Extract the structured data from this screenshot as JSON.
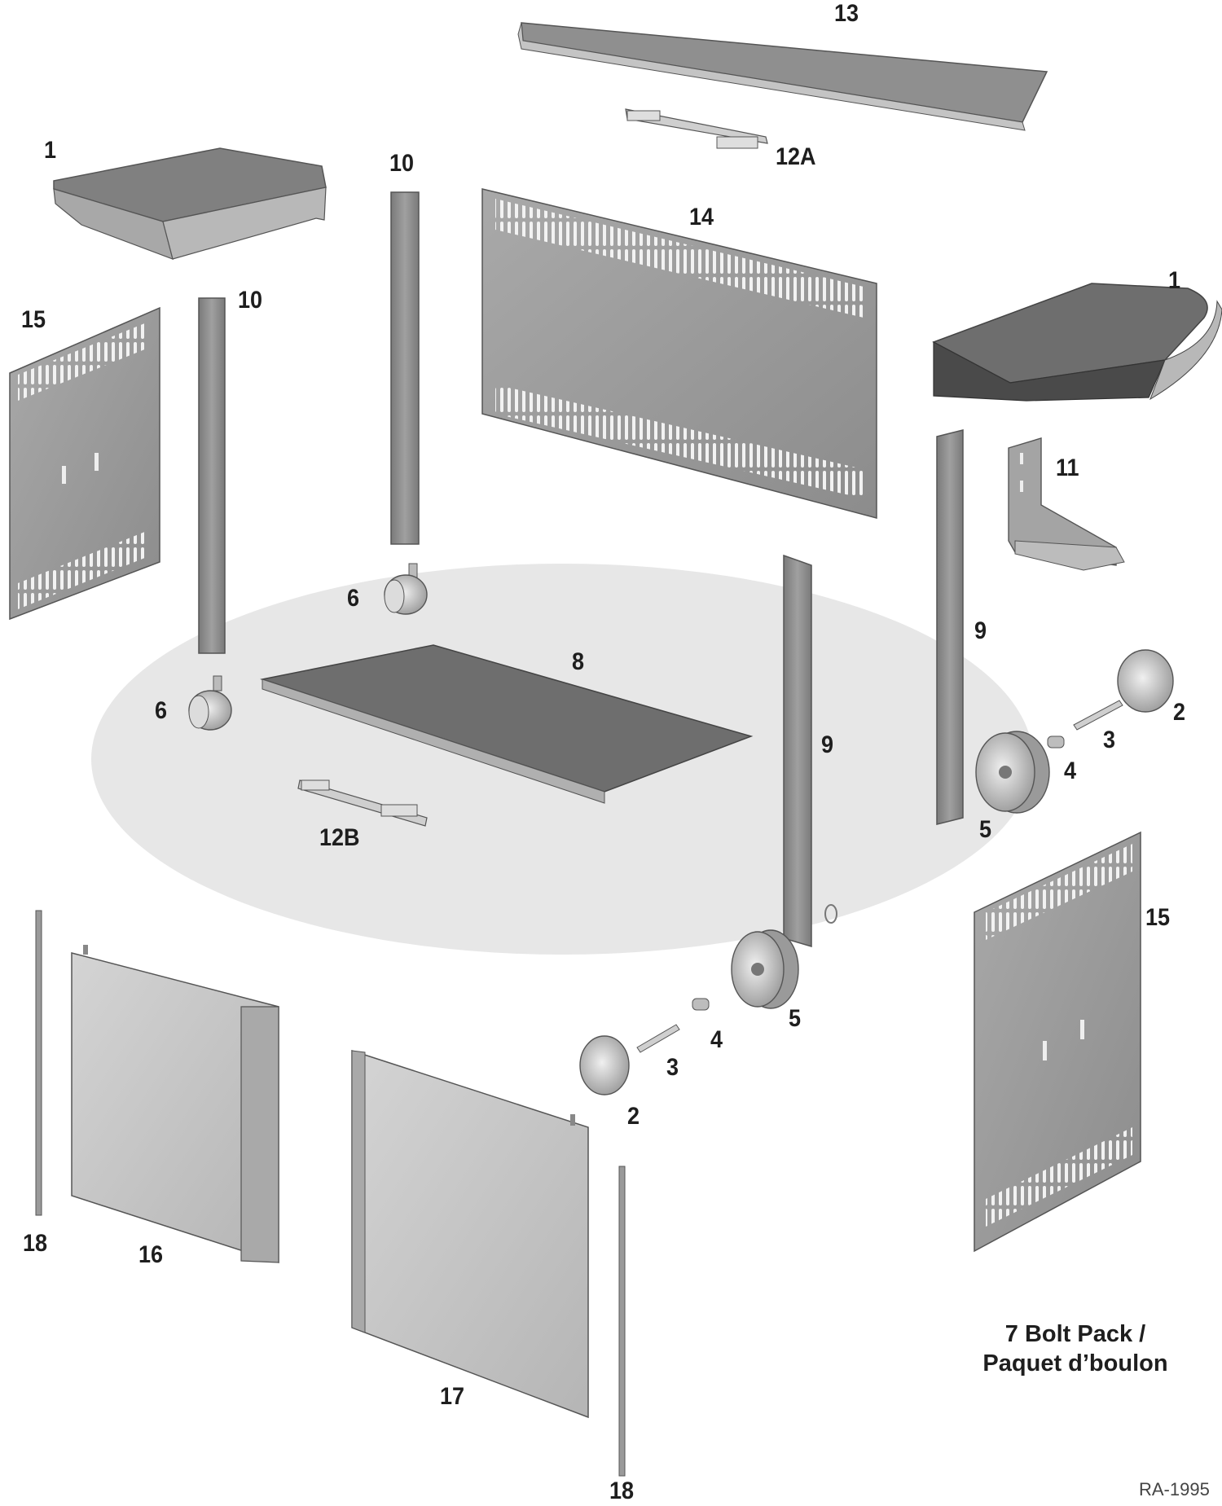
{
  "part_labels": {
    "p13": "13",
    "p12a": "12A",
    "p1_left": "1",
    "p10_back": "10",
    "p14": "14",
    "p10_front": "10",
    "p15_left": "15",
    "p1_right": "1",
    "p11": "11",
    "p6_back": "6",
    "p9_back": "9",
    "p8": "8",
    "p6_front": "6",
    "p2_right": "2",
    "p3_right": "3",
    "p9_front": "9",
    "p4_right": "4",
    "p12b": "12B",
    "p5_right": "5",
    "p15_right": "15",
    "p5_front": "5",
    "p4_front": "4",
    "p3_front": "3",
    "p2_front": "2",
    "p18_left": "18",
    "p16": "16",
    "p17": "17",
    "p18_right": "18"
  },
  "bolt_pack": {
    "line1": "7  Bolt Pack /",
    "line2": "Paquet d’boulon"
  },
  "drawing_code": "RA-1995",
  "colors": {
    "background": "#ffffff",
    "floor_ellipse": "#e7e7e7",
    "part_dark": "#6e6e6e",
    "part_mid": "#9a9a9a",
    "part_light": "#c8c8c8",
    "label": "#1e1e1e"
  }
}
